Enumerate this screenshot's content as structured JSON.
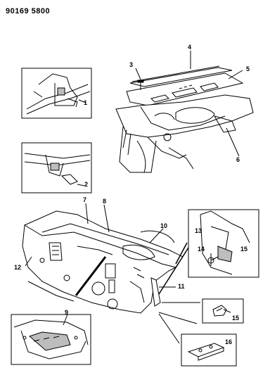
{
  "page_id": "90169 5800",
  "callouts": {
    "c1": "1",
    "c2": "2",
    "c3": "3",
    "c4": "4",
    "c5": "5",
    "c6": "6",
    "c7": "7",
    "c8": "8",
    "c9": "9",
    "c10": "10",
    "c11": "11",
    "c12": "12",
    "c13": "13",
    "c14": "14",
    "c15a": "15",
    "c15b": "15",
    "c16": "16"
  },
  "colors": {
    "ink": "#000000",
    "paper": "#ffffff",
    "shade": "#bdbdbd"
  }
}
